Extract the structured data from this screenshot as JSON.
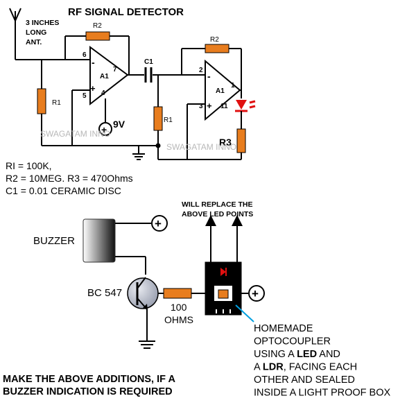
{
  "title": "RF SIGNAL DETECTOR",
  "antenna_label": [
    "3 INCHES",
    "LONG",
    "ANT."
  ],
  "components": {
    "r1": "R1",
    "r2": "R2",
    "r3": "R3",
    "c1": "C1",
    "a1": "A1",
    "supply": "9V",
    "buzzer": "BUZZER",
    "transistor": "BC 547",
    "resistor_value": [
      "100",
      "OHMS"
    ]
  },
  "pins": {
    "op1_inv": "6",
    "op1_noninv": "5",
    "op1_plus": "+",
    "op1_minus": "-",
    "op1_out": "7",
    "op1_gnd": "4",
    "op2_inv": "2",
    "op2_noninv": "3",
    "op2_plus": "+",
    "op2_minus": "-",
    "op2_out": "1",
    "op2_gnd": "11"
  },
  "values": [
    "RI = 100K,",
    "R2 = 10MEG. R3 = 470Ohms",
    "C1 = 0.01 CERAMIC DISC"
  ],
  "replace_note": [
    "WILL REPLACE THE",
    "ABOVE LED POINTS"
  ],
  "optocoupler_note": [
    "HOMEMADE",
    "OPTOCOUPLER",
    "USING A |LED| AND",
    "A |LDR|, FACING EACH",
    "OTHER AND SEALED",
    "INSIDE A LIGHT PROOF BOX"
  ],
  "footer_note": [
    "MAKE THE ABOVE ADDITIONS, IF A",
    "BUZZER INDICATION IS REQUIRED"
  ],
  "watermarks": [
    "SWAGATAM INNO",
    "SWAGATAM INNO"
  ],
  "plus_symbol": "+",
  "colors": {
    "resistor": "#e87d1e",
    "led": "#e01010",
    "note_line": "#00a0e0"
  }
}
